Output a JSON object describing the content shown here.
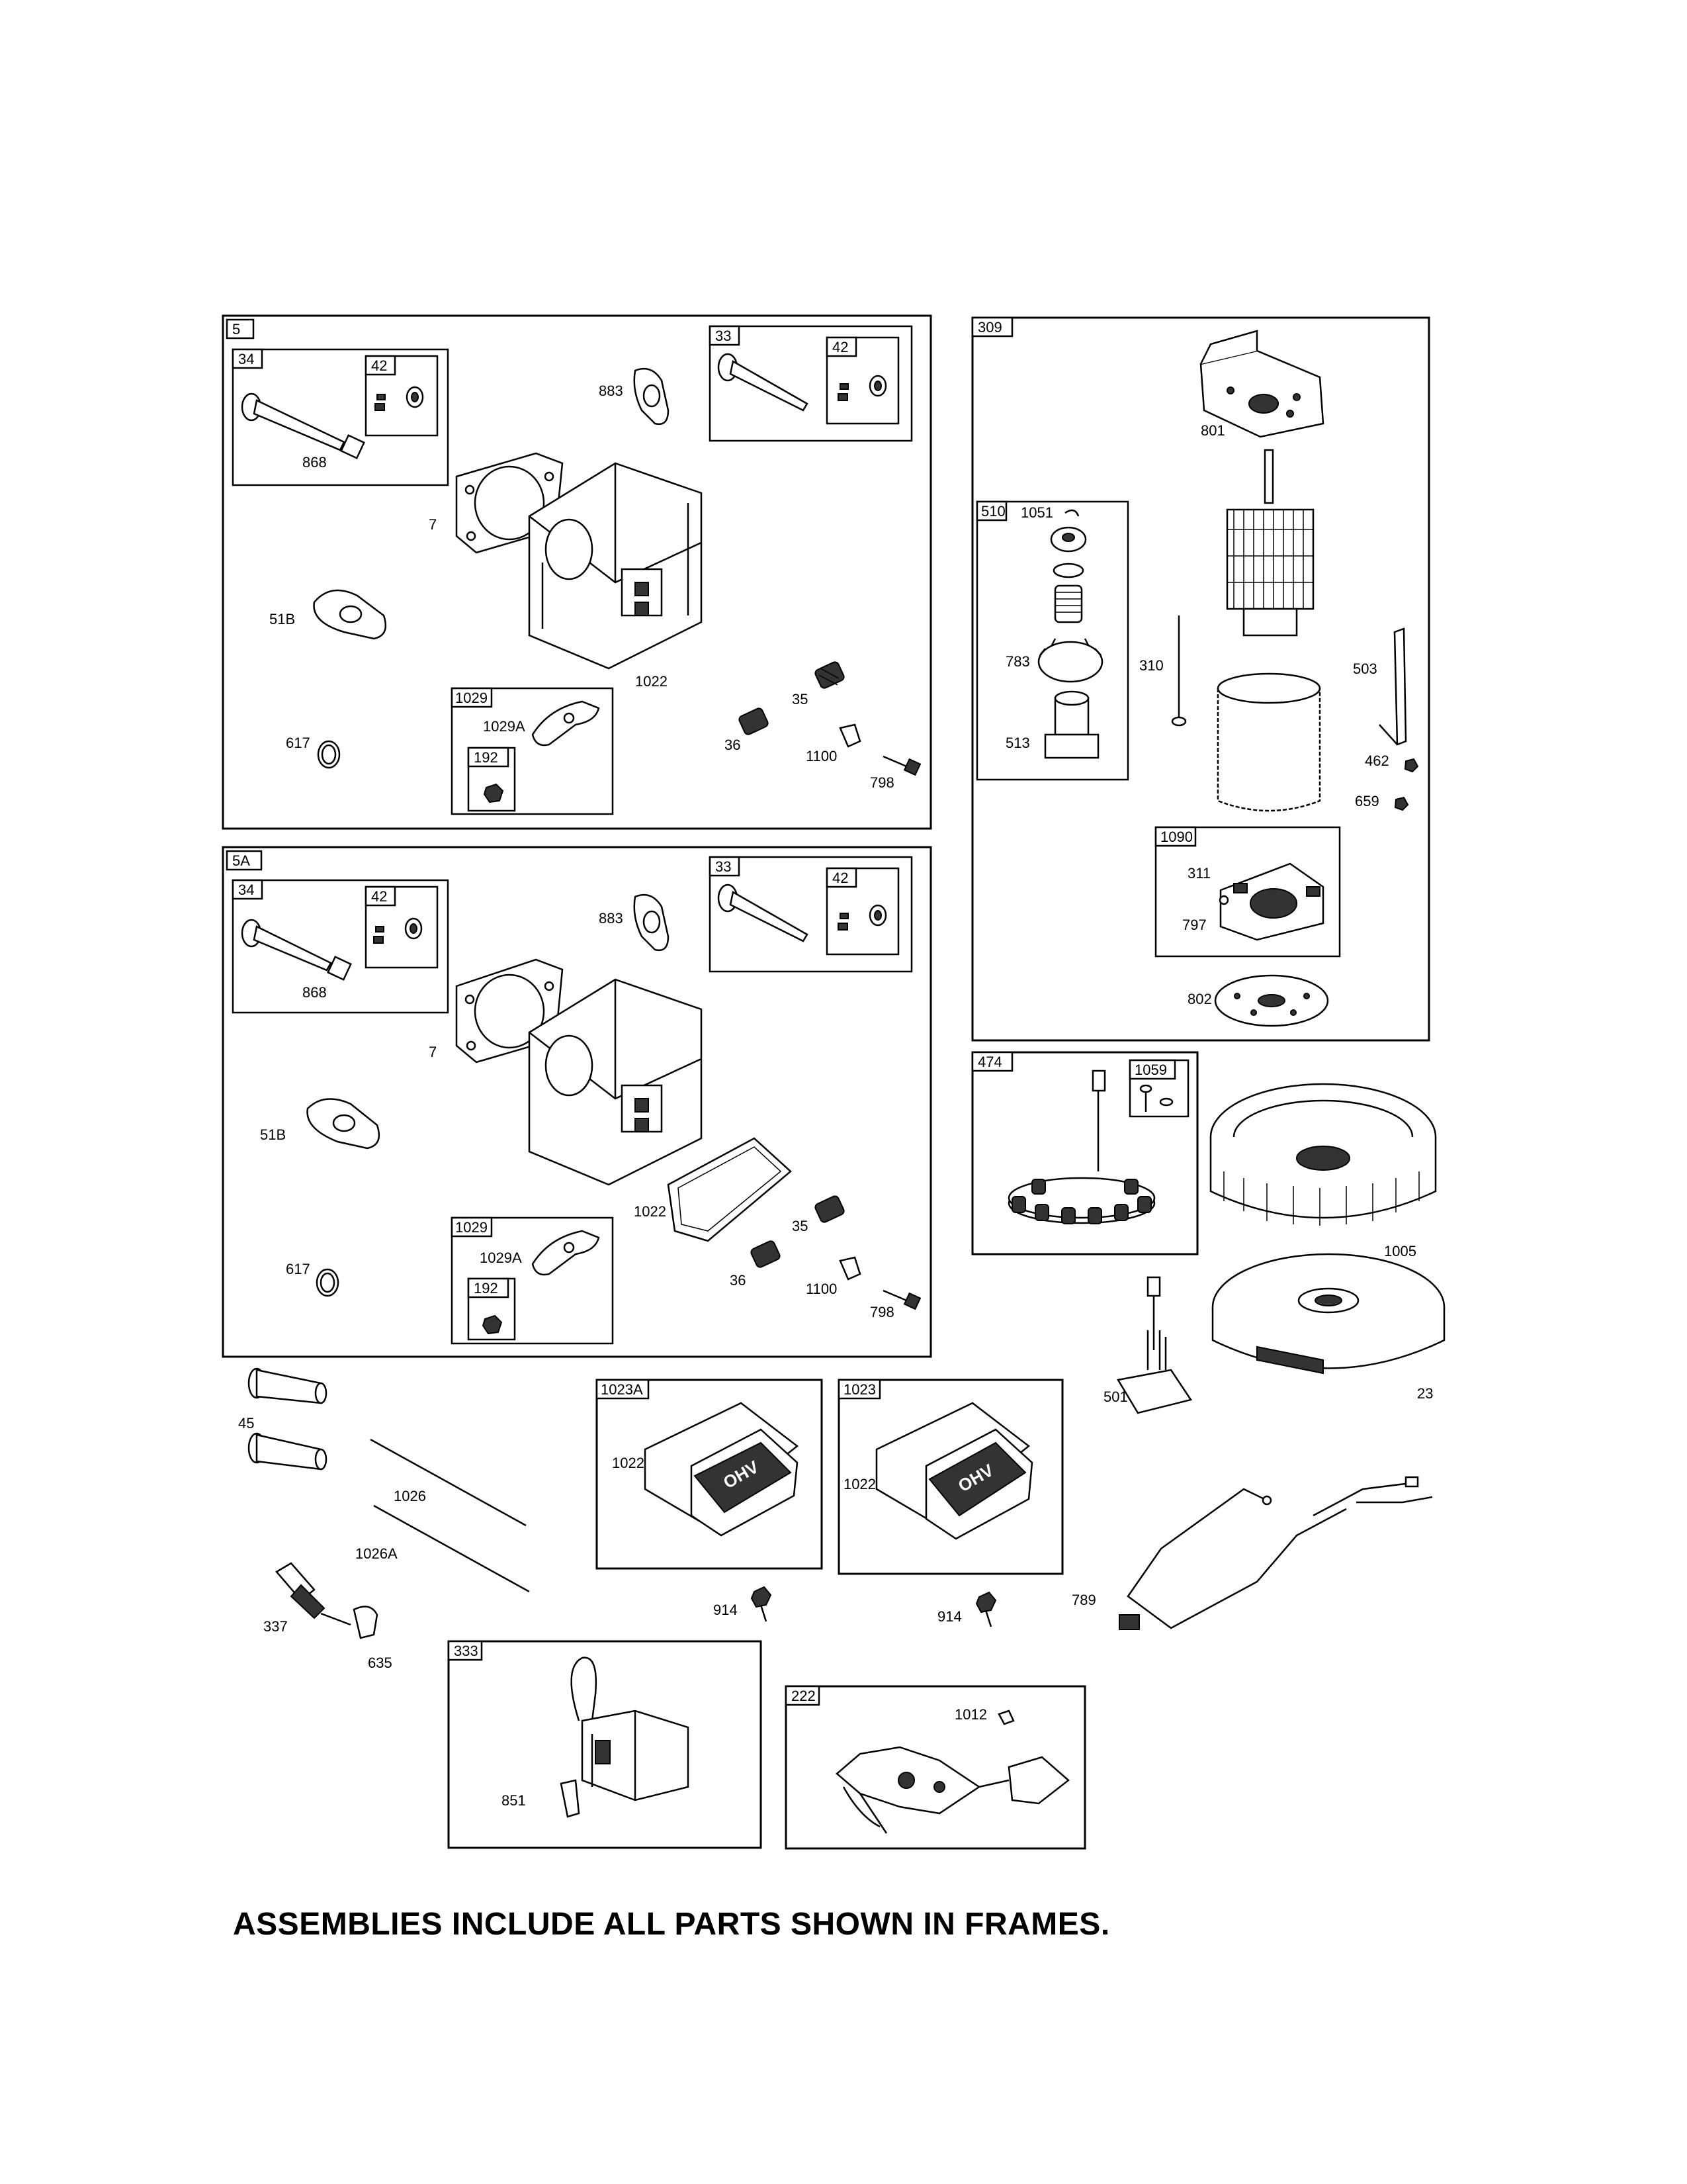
{
  "footer": "ASSEMBLIES INCLUDE ALL PARTS SHOWN IN FRAMES.",
  "assemblies": {
    "cyl_head_a": {
      "tag": "5",
      "valve_exhaust": "34",
      "valve_intake": "33",
      "seal_a": "42",
      "seal_b": "42",
      "rocker": "1029",
      "nut": "192"
    },
    "cyl_head_b": {
      "tag": "5A",
      "valve_exhaust": "34",
      "valve_intake": "33",
      "seal_a": "42",
      "seal_b": "42",
      "rocker": "1029",
      "nut": "192"
    },
    "starter": {
      "tag": "309",
      "drive": "510",
      "brush": "1090"
    },
    "alternator": {
      "tag": "474",
      "screw": "1059"
    },
    "cover_a": {
      "tag": "1023A"
    },
    "cover_b": {
      "tag": "1023"
    },
    "ignition": {
      "tag": "333"
    },
    "governor": {
      "tag": "222"
    }
  },
  "labels": {
    "a_868": "868",
    "a_883": "883",
    "a_7": "7",
    "a_51b": "51B",
    "a_1022": "1022",
    "a_1029a": "1029A",
    "a_617": "617",
    "a_35": "35",
    "a_36": "36",
    "a_1100": "1100",
    "a_798": "798",
    "b_868": "868",
    "b_883": "883",
    "b_7": "7",
    "b_51b": "51B",
    "b_1022": "1022",
    "b_1029a": "1029A",
    "b_617": "617",
    "b_35": "35",
    "b_36": "36",
    "b_1100": "1100",
    "b_798": "798",
    "s_801": "801",
    "s_1051": "1051",
    "s_783": "783",
    "s_513": "513",
    "s_310": "310",
    "s_503": "503",
    "s_462": "462",
    "s_659": "659",
    "s_311": "311",
    "s_797": "797",
    "s_802": "802",
    "f_1005": "1005",
    "f_23": "23",
    "f_501": "501",
    "f_789": "789",
    "m_45": "45",
    "m_1026": "1026",
    "m_1026a": "1026A",
    "m_337": "337",
    "m_635": "635",
    "m_914a": "914",
    "m_914b": "914",
    "m_1022a": "1022",
    "m_1022b": "1022",
    "m_851": "851",
    "m_1012": "1012"
  }
}
